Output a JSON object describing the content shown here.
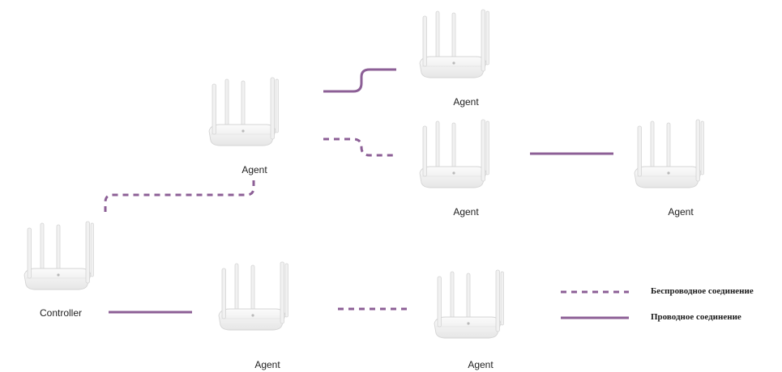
{
  "colors": {
    "link": "#8c5f96",
    "router_body": "#f4f4f4",
    "router_edge": "#d4d4d4",
    "antenna": "#f1f1f1"
  },
  "nodes": {
    "controller": {
      "label": "Controller"
    },
    "agent_mid": {
      "label": "Agent"
    },
    "agent_top_right": {
      "label": "Agent"
    },
    "agent_middle_right": {
      "label": "Agent"
    },
    "agent_far_right": {
      "label": "Agent"
    },
    "agent_bottom_1": {
      "label": "Agent"
    },
    "agent_bottom_2": {
      "label": "Agent"
    }
  },
  "connections": [
    {
      "from": "controller",
      "to": "agent_mid",
      "type": "wireless"
    },
    {
      "from": "agent_mid",
      "to": "agent_top_right",
      "type": "wired"
    },
    {
      "from": "agent_mid",
      "to": "agent_middle_right",
      "type": "wireless"
    },
    {
      "from": "agent_middle_right",
      "to": "agent_far_right",
      "type": "wired"
    },
    {
      "from": "controller",
      "to": "agent_bottom_1",
      "type": "wired"
    },
    {
      "from": "agent_bottom_1",
      "to": "agent_bottom_2",
      "type": "wireless"
    }
  ],
  "legend": {
    "wireless": "Беспроводное соединение",
    "wired": "Проводное соединение"
  }
}
